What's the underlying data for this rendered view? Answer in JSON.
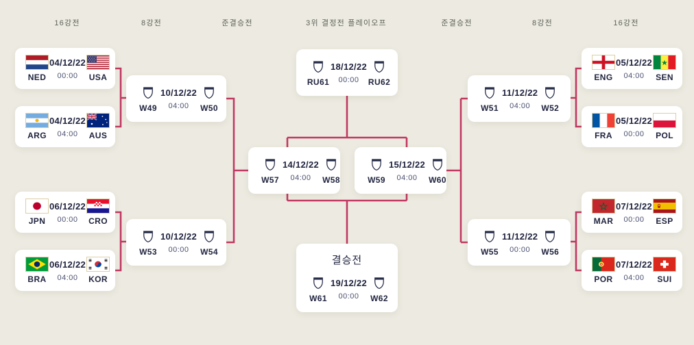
{
  "header": {
    "rounds": [
      "16강전",
      "8강전",
      "준결승전",
      "3위 결정전 플레이오프",
      "준결승전",
      "8강전",
      "16강전"
    ]
  },
  "colors": {
    "background": "#edebe1",
    "accent": "#c13862",
    "card": "#ffffff",
    "text_dark": "#20243f",
    "text_muted": "#4c5170",
    "flag_border": "#dccfa5",
    "header_text": "#5d6159"
  },
  "matches": {
    "r16_left": [
      {
        "home": "NED",
        "home_flag": "ned",
        "away": "USA",
        "away_flag": "usa",
        "date": "04/12/22",
        "time": "00:00"
      },
      {
        "home": "ARG",
        "home_flag": "arg",
        "away": "AUS",
        "away_flag": "aus",
        "date": "04/12/22",
        "time": "04:00"
      },
      {
        "home": "JPN",
        "home_flag": "jpn",
        "away": "CRO",
        "away_flag": "cro",
        "date": "06/12/22",
        "time": "00:00"
      },
      {
        "home": "BRA",
        "home_flag": "bra",
        "away": "KOR",
        "away_flag": "kor",
        "date": "06/12/22",
        "time": "04:00"
      }
    ],
    "qf_left": [
      {
        "home": "W49",
        "home_flag": "shield",
        "away": "W50",
        "away_flag": "shield",
        "date": "10/12/22",
        "time": "04:00"
      },
      {
        "home": "W53",
        "home_flag": "shield",
        "away": "W54",
        "away_flag": "shield",
        "date": "10/12/22",
        "time": "00:00"
      }
    ],
    "sf_left": {
      "home": "W57",
      "home_flag": "shield",
      "away": "W58",
      "away_flag": "shield",
      "date": "14/12/22",
      "time": "04:00"
    },
    "third_place": {
      "home": "RU61",
      "home_flag": "shield",
      "away": "RU62",
      "away_flag": "shield",
      "date": "18/12/22",
      "time": "00:00"
    },
    "sf_right": {
      "home": "W59",
      "home_flag": "shield",
      "away": "W60",
      "away_flag": "shield",
      "date": "15/12/22",
      "time": "04:00"
    },
    "final": {
      "title": "결승전",
      "home": "W61",
      "home_flag": "shield",
      "away": "W62",
      "away_flag": "shield",
      "date": "19/12/22",
      "time": "00:00"
    },
    "qf_right": [
      {
        "home": "W51",
        "home_flag": "shield",
        "away": "W52",
        "away_flag": "shield",
        "date": "11/12/22",
        "time": "04:00"
      },
      {
        "home": "W55",
        "home_flag": "shield",
        "away": "W56",
        "away_flag": "shield",
        "date": "11/12/22",
        "time": "00:00"
      }
    ],
    "r16_right": [
      {
        "home": "ENG",
        "home_flag": "eng",
        "away": "SEN",
        "away_flag": "sen",
        "date": "05/12/22",
        "time": "04:00"
      },
      {
        "home": "FRA",
        "home_flag": "fra",
        "away": "POL",
        "away_flag": "pol",
        "date": "05/12/22",
        "time": "00:00"
      },
      {
        "home": "MAR",
        "home_flag": "mar",
        "away": "ESP",
        "away_flag": "esp",
        "date": "07/12/22",
        "time": "00:00"
      },
      {
        "home": "POR",
        "home_flag": "por",
        "away": "SUI",
        "away_flag": "sui",
        "date": "07/12/22",
        "time": "04:00"
      }
    ]
  }
}
